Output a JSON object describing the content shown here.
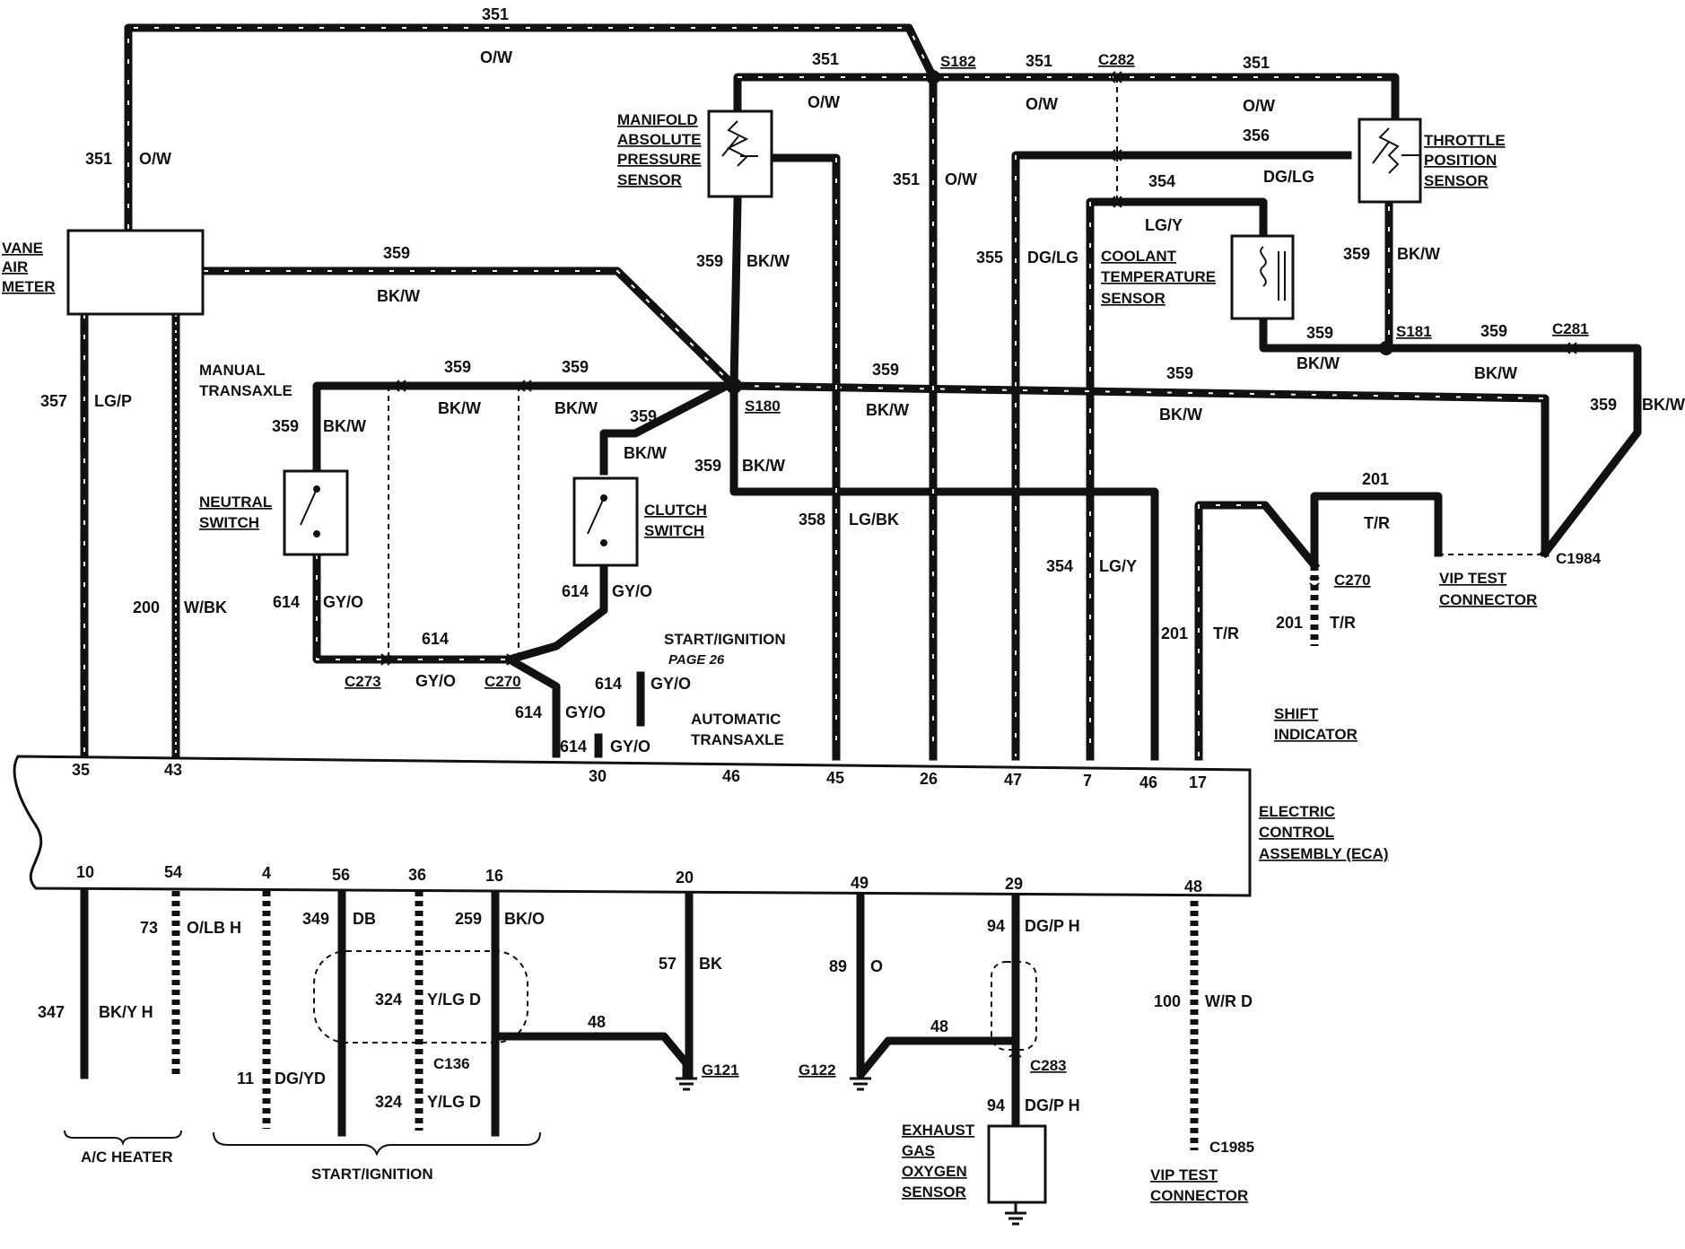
{
  "components": {
    "vane_air_meter": [
      "VANE",
      "AIR",
      "METER"
    ],
    "map_sensor": [
      "MANIFOLD",
      "ABSOLUTE",
      "PRESSURE",
      "SENSOR"
    ],
    "tps": [
      "THROTTLE",
      "POSITION",
      "SENSOR"
    ],
    "coolant_sensor": [
      "COOLANT",
      "TEMPERATURE",
      "SENSOR"
    ],
    "neutral_switch": [
      "NEUTRAL",
      "SWITCH"
    ],
    "clutch_switch": [
      "CLUTCH",
      "SWITCH"
    ],
    "manual_transaxle": [
      "MANUAL",
      "TRANSAXLE"
    ],
    "automatic_transaxle": [
      "AUTOMATIC",
      "TRANSAXLE"
    ],
    "start_ignition_ref": [
      "START/IGNITION",
      "PAGE 26"
    ],
    "shift_indicator": [
      "SHIFT",
      "INDICATOR"
    ],
    "vip_test_connector_top": [
      "VIP TEST",
      "CONNECTOR"
    ],
    "vip_test_connector_bottom": [
      "VIP TEST",
      "CONNECTOR"
    ],
    "eca": [
      "ELECTRIC",
      "CONTROL",
      "ASSEMBLY (ECA)"
    ],
    "ego_sensor": [
      "EXHAUST",
      "GAS",
      "OXYGEN",
      "SENSOR"
    ]
  },
  "connectors": {
    "s182": "S182",
    "s180": "S180",
    "s181": "S181",
    "c282": "C282",
    "c281": "C281",
    "c1984": "C1984",
    "c270_top": "C270",
    "c273": "C273",
    "c270_mid": "C270",
    "c136": "C136",
    "c283": "C283",
    "c1985": "C1985",
    "g121": "G121",
    "g122": "G122"
  },
  "wires": {
    "w351_top_num": "351",
    "w351_top_col": "O/W",
    "w351_left_num": "351",
    "w351_left_col": "O/W",
    "w351_map_num": "351",
    "w351_map_col": "O/W",
    "w351_c282_num": "351",
    "w351_c282_col": "O/W",
    "w351_tps_num": "351",
    "w351_tps_col": "O/W",
    "w351_vert_num": "351",
    "w351_vert_col": "O/W",
    "w356_num": "356",
    "w356_col": "DG/LG",
    "w355_num": "355",
    "w355_col": "DG/LG",
    "w354_top_num": "354",
    "w354_top_col": "LG/Y",
    "w354_low_num": "354",
    "w354_low_col": "LG/Y",
    "w359_vam_num": "359",
    "w359_vam_col": "BK/W",
    "w359_map_num": "359",
    "w359_map_col": "BK/W",
    "w359_tps_num": "359",
    "w359_tps_col": "BK/W",
    "w359_cts_num": "359",
    "w359_cts_col": "BK/W",
    "w359_s181_num": "359",
    "w359_s181_col": "BK/W",
    "w359_c281_num": "359",
    "w359_c281_col": "BK/W",
    "w359_main1_num": "359",
    "w359_main1_col": "BK/W",
    "w359_main2_num": "359",
    "w359_main2_col": "BK/W",
    "w359_mt1_num": "359",
    "w359_mt1_col": "BK/W",
    "w359_mt2_num": "359",
    "w359_mt2_col": "BK/W",
    "w359_ns_num": "359",
    "w359_ns_col": "BK/W",
    "w359_cs_num": "359",
    "w359_cs_col": "BK/W",
    "w359_down_num": "359",
    "w359_down_col": "BK/W",
    "w359_cs2_col": "BK/W",
    "w358_num": "358",
    "w358_col": "LG/BK",
    "w357_num": "357",
    "w357_col": "LG/P",
    "w200_num": "200",
    "w200_col": "W/BK",
    "w614_ns_num": "614",
    "w614_ns_col": "GY/O",
    "w614_cs_num": "614",
    "w614_cs_col": "GY/O",
    "w614_mid_num": "614",
    "w614_mid_col": "GY/O",
    "w614_si_num": "614",
    "w614_si_col": "GY/O",
    "w614_a_num": "614",
    "w614_a_col": "GY/O",
    "w614_b_num": "614",
    "w614_b_col": "GY/O",
    "w201_top_num": "201",
    "w201_top_col": "T/R",
    "w201_eca_num": "201",
    "w201_eca_col": "T/R",
    "w201_c270_num": "201",
    "w201_c270_col": "T/R",
    "w73_num": "73",
    "w73_col": "O/LB H",
    "w347_num": "347",
    "w347_col": "BK/Y H",
    "w349_num": "349",
    "w349_col": "DB",
    "w259_num": "259",
    "w259_col": "BK/O",
    "w324a_num": "324",
    "w324a_col": "Y/LG D",
    "w324b_num": "324",
    "w324b_col": "Y/LG D",
    "w11_num": "11",
    "w11_col": "DG/YD",
    "w57_num": "57",
    "w57_col": "BK",
    "w48a_num": "48",
    "w48b_num": "48",
    "w89_num": "89",
    "w89_col": "O",
    "w94a_num": "94",
    "w94a_col": "DG/P H",
    "w94b_num": "94",
    "w94b_col": "DG/P H",
    "w100_num": "100",
    "w100_col": "W/R D"
  },
  "eca_pins_top": [
    "35",
    "43",
    "30",
    "46",
    "45",
    "26",
    "47",
    "7",
    "46",
    "17"
  ],
  "eca_pins_bottom": [
    "10",
    "54",
    "4",
    "56",
    "36",
    "16",
    "20",
    "49",
    "29",
    "48"
  ],
  "groups": {
    "ac_heater": "A/C HEATER",
    "start_ignition": "START/IGNITION"
  }
}
